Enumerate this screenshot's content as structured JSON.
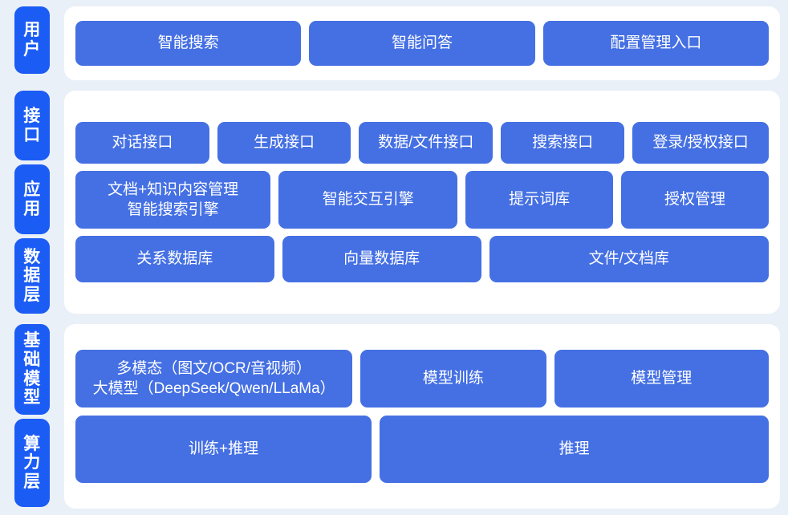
{
  "colors": {
    "page_background": "#eaf0f8",
    "panel_background": "#ffffff",
    "rail_tab": "#1b5cf5",
    "card": "#4570e3",
    "card_text": "#ffffff"
  },
  "sections": [
    {
      "id": "users",
      "rail": [
        {
          "label": "用户"
        }
      ],
      "rows": [
        {
          "id": "user-entries",
          "cards": [
            {
              "label": "智能搜索",
              "flex": 1
            },
            {
              "label": "智能问答",
              "flex": 1
            },
            {
              "label": "配置管理入口",
              "flex": 1
            }
          ]
        }
      ]
    },
    {
      "id": "middle",
      "rail": [
        {
          "label": "接口"
        },
        {
          "label": "应用"
        },
        {
          "label": "数据层"
        }
      ],
      "rows": [
        {
          "id": "api-row",
          "cards": [
            {
              "label": "对话接口",
              "flex": 1
            },
            {
              "label": "生成接口",
              "flex": 1
            },
            {
              "label": "数据/文件接口",
              "flex": 1
            },
            {
              "label": "搜索接口",
              "flex": 0.92
            },
            {
              "label": "登录/授权接口",
              "flex": 1.02
            }
          ]
        },
        {
          "id": "app-row",
          "cards": [
            {
              "label": "文档+知识内容管理\n智能搜索引擎",
              "flex": 1.15,
              "multiline": true
            },
            {
              "label": "智能交互引擎",
              "flex": 1.05
            },
            {
              "label": "提示词库",
              "flex": 0.86
            },
            {
              "label": "授权管理",
              "flex": 0.86
            }
          ]
        },
        {
          "id": "data-row",
          "cards": [
            {
              "label": "关系数据库",
              "flex": 1
            },
            {
              "label": "向量数据库",
              "flex": 1
            },
            {
              "label": "文件/文档库",
              "flex": 1.42
            }
          ]
        }
      ]
    },
    {
      "id": "bottom",
      "rail": [
        {
          "label": "基础模型"
        },
        {
          "label": "算力层"
        }
      ],
      "rows": [
        {
          "id": "model-row",
          "cards": [
            {
              "label": "多模态（图文/OCR/音视频）\n大模型（DeepSeek/Qwen/LLaMa）",
              "flex": 1.3,
              "multiline": true
            },
            {
              "label": "模型训练",
              "flex": 0.86
            },
            {
              "label": "模型管理",
              "flex": 1.0
            }
          ]
        },
        {
          "id": "power-row",
          "cards": [
            {
              "label": "训练+推理",
              "flex": 1
            },
            {
              "label": "推理",
              "flex": 1.32
            }
          ]
        }
      ]
    }
  ]
}
